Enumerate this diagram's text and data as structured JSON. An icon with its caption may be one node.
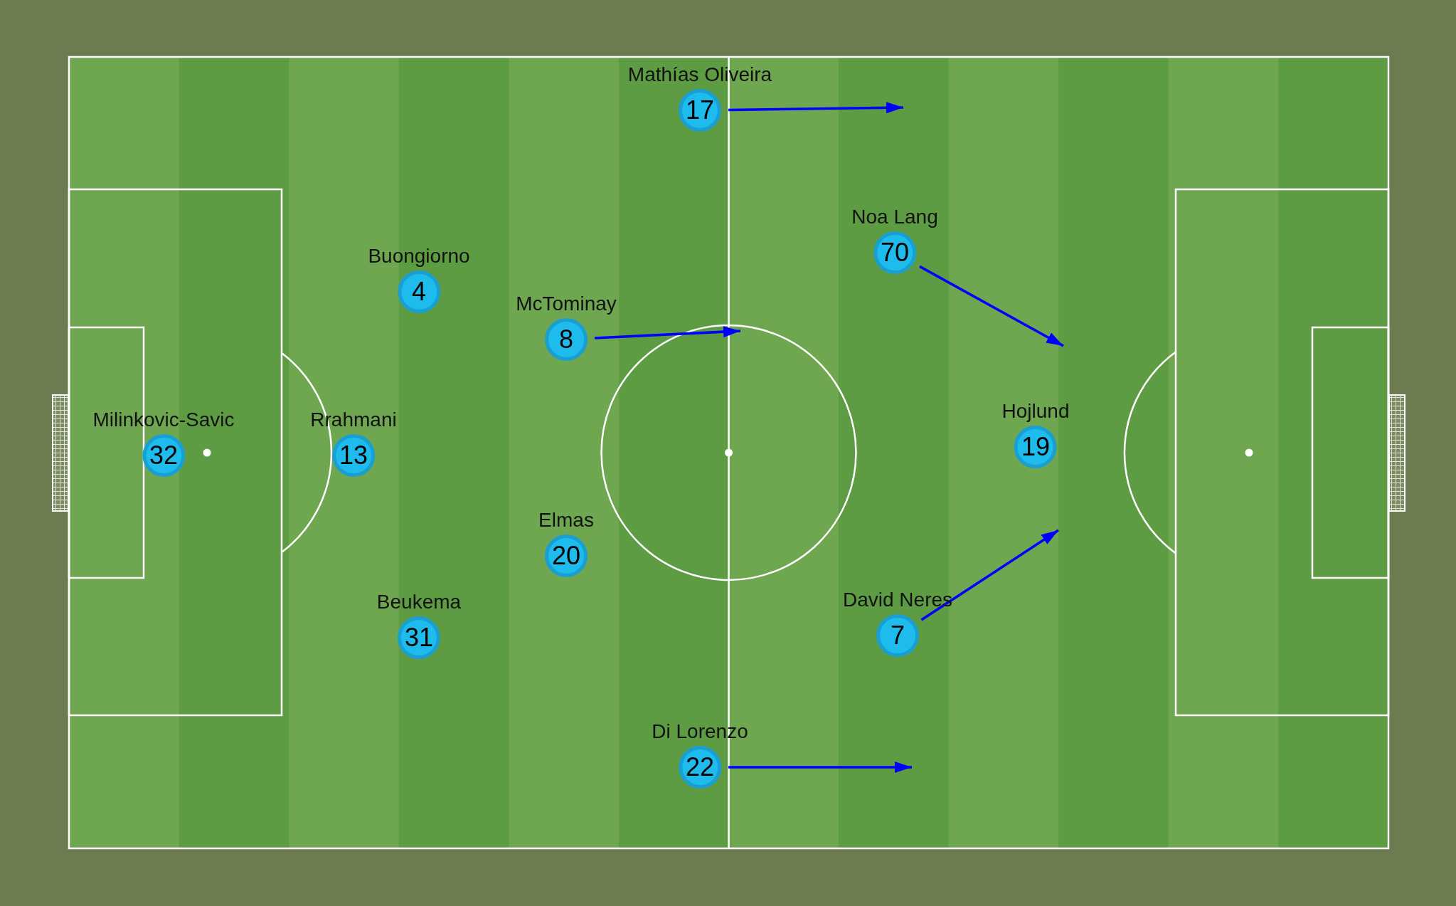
{
  "diagram": {
    "nodes": [
      {
        "text": [
          "Mathías Oliveira",
          "17"
        ]
      },
      {
        "text": [
          "Noa Lang",
          "70"
        ]
      },
      {
        "text": [
          "Buongiorno",
          "4"
        ]
      },
      {
        "text": [
          "McTominay",
          "8"
        ]
      },
      {
        "text": [
          "Hojlund",
          "19"
        ]
      },
      {
        "text": [
          "Milinkovic-Savic",
          "32"
        ]
      },
      {
        "text": [
          "Rrahmani",
          "13"
        ]
      },
      {
        "text": [
          "Elmas",
          "20"
        ]
      },
      {
        "text": [
          "David Neres",
          "7"
        ]
      },
      {
        "text": [
          "Beukema",
          "31"
        ]
      },
      {
        "text": [
          "Di Lorenzo",
          "22"
        ]
      }
    ],
    "edges": [
      {
        "from": 0,
        "to": null,
        "arrow": "to"
      },
      {
        "from": 1,
        "to": null,
        "arrow": "to"
      },
      {
        "from": 3,
        "to": null,
        "arrow": "to"
      },
      {
        "from": 8,
        "to": null,
        "arrow": "to"
      },
      {
        "from": 10,
        "to": null,
        "arrow": "to"
      }
    ]
  }
}
